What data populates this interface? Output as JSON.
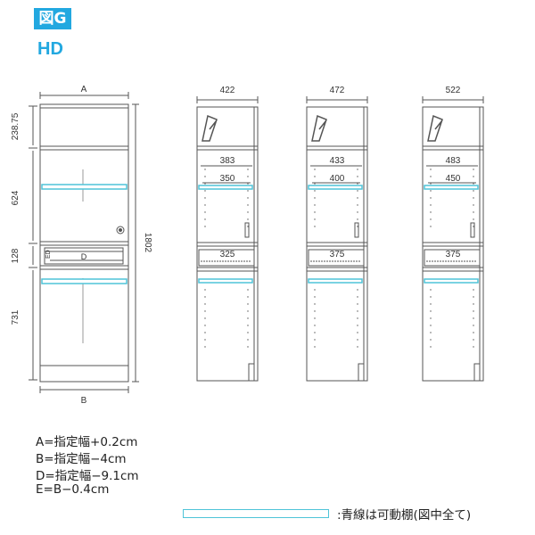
{
  "header": {
    "figure_label": "図G",
    "model": "HD"
  },
  "left_diagram": {
    "width_top_label": "A",
    "width_bottom_label": "B",
    "heights": [
      "238.75",
      "624",
      "128",
      "731"
    ],
    "total_height": "1802",
    "drawer_label": "D",
    "drawer_label_small": "ED"
  },
  "cabinets": [
    {
      "outer_width": "422",
      "inner_width": "383",
      "shelf_width": "350",
      "drawer_width": "325"
    },
    {
      "outer_width": "472",
      "inner_width": "433",
      "shelf_width": "400",
      "drawer_width": "375"
    },
    {
      "outer_width": "522",
      "inner_width": "483",
      "shelf_width": "450",
      "drawer_width": "375"
    }
  ],
  "formulas": [
    "A=指定幅+0.2cm",
    "B=指定幅−4cm",
    "D=指定幅−9.1cm",
    "E=B−0.4cm"
  ],
  "legend": {
    "text": ":青線は可動棚(図中全て)"
  },
  "colors": {
    "accent": "#22a8e0",
    "shelf": "#4fc4d8",
    "line": "#555555"
  }
}
